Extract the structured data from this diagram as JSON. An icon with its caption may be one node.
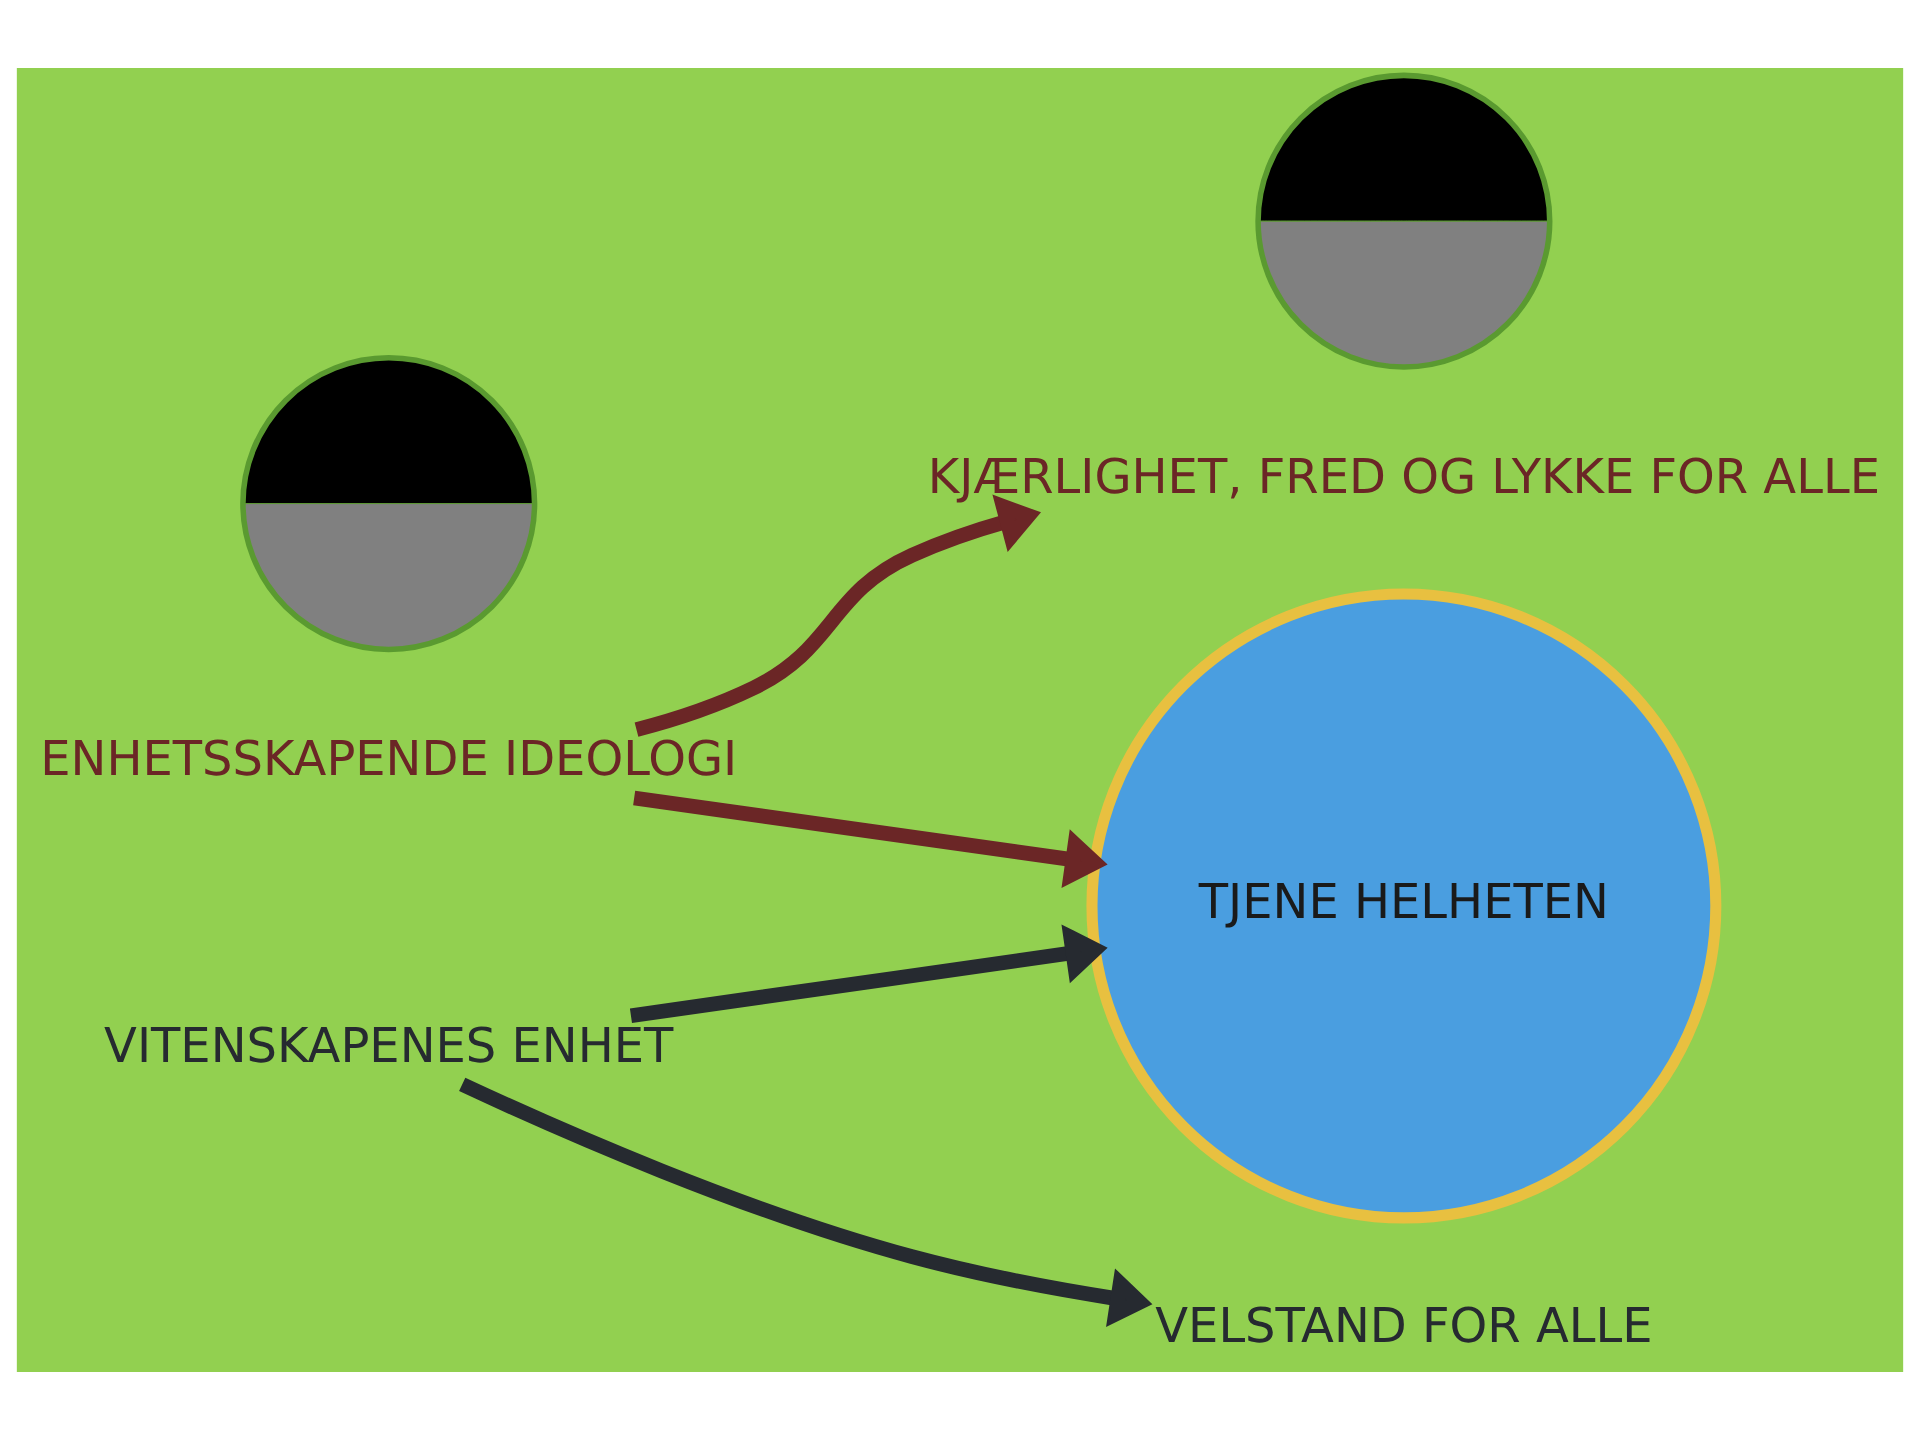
{
  "diagram": {
    "nodes": [
      {
        "text": [
          "ENHETSSKAPENDE IDEOLOGI"
        ]
      },
      {
        "text": [
          "KJÆRLIGHET, FRED OG LYKKE FOR ALLE"
        ]
      },
      {
        "text": [],
        "shape": "picture"
      },
      {
        "text": [
          "TJENE HELHETEN"
        ]
      },
      {
        "text": [],
        "shape": "picture"
      },
      {
        "text": [
          "VITENSKAPENES ENHET"
        ]
      },
      {
        "text": [
          "VELSTAND FOR ALLE"
        ]
      }
    ],
    "edges": [
      {
        "from": 0,
        "to": 1,
        "arrow": "to",
        "color": "#6b2626"
      },
      {
        "from": 0,
        "to": 3,
        "arrow": "to",
        "color": "#6b2626"
      },
      {
        "from": 5,
        "to": 3,
        "arrow": "to",
        "color": "#262a30"
      },
      {
        "from": 5,
        "to": 6,
        "arrow": "to",
        "color": "#262a30"
      }
    ]
  }
}
